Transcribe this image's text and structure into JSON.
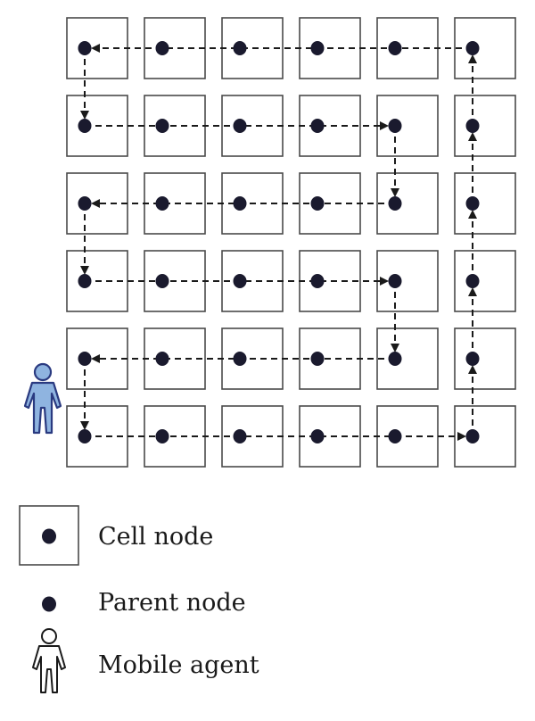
{
  "colors": {
    "node": "#1a1a2e",
    "cell_border": "#4a4a4a",
    "path": "#1a1a1a",
    "agent_fill": "#8fb4e0",
    "agent_stroke": "#2a3a80"
  },
  "grid": {
    "rows": 6,
    "cols": 6
  },
  "path_segments": [
    {
      "from": [
        5,
        0
      ],
      "to": [
        0,
        0
      ],
      "arrow": "end"
    },
    {
      "from": [
        0,
        0
      ],
      "to": [
        0,
        1
      ],
      "arrow": "end"
    },
    {
      "from": [
        0,
        1
      ],
      "to": [
        4,
        1
      ],
      "arrow": "end"
    },
    {
      "from": [
        4,
        1
      ],
      "to": [
        4,
        2
      ],
      "arrow": "end"
    },
    {
      "from": [
        4,
        2
      ],
      "to": [
        0,
        2
      ],
      "arrow": "end"
    },
    {
      "from": [
        0,
        2
      ],
      "to": [
        0,
        3
      ],
      "arrow": "end"
    },
    {
      "from": [
        0,
        3
      ],
      "to": [
        4,
        3
      ],
      "arrow": "end"
    },
    {
      "from": [
        4,
        3
      ],
      "to": [
        4,
        4
      ],
      "arrow": "end"
    },
    {
      "from": [
        4,
        4
      ],
      "to": [
        0,
        4
      ],
      "arrow": "end"
    },
    {
      "from": [
        0,
        4
      ],
      "to": [
        0,
        5
      ],
      "arrow": "end"
    },
    {
      "from": [
        0,
        5
      ],
      "to": [
        5,
        5
      ],
      "arrow": "end"
    },
    {
      "from": [
        5,
        5
      ],
      "to": [
        5,
        4
      ],
      "arrow": "end"
    },
    {
      "from": [
        5,
        4
      ],
      "to": [
        5,
        3
      ],
      "arrow": "end"
    },
    {
      "from": [
        5,
        3
      ],
      "to": [
        5,
        2
      ],
      "arrow": "end"
    },
    {
      "from": [
        5,
        2
      ],
      "to": [
        5,
        1
      ],
      "arrow": "end"
    },
    {
      "from": [
        5,
        1
      ],
      "to": [
        5,
        0
      ],
      "arrow": "end"
    }
  ],
  "legend": {
    "cell_node": "Cell node",
    "parent_node": "Parent node",
    "mobile_agent": "Mobile agent"
  }
}
